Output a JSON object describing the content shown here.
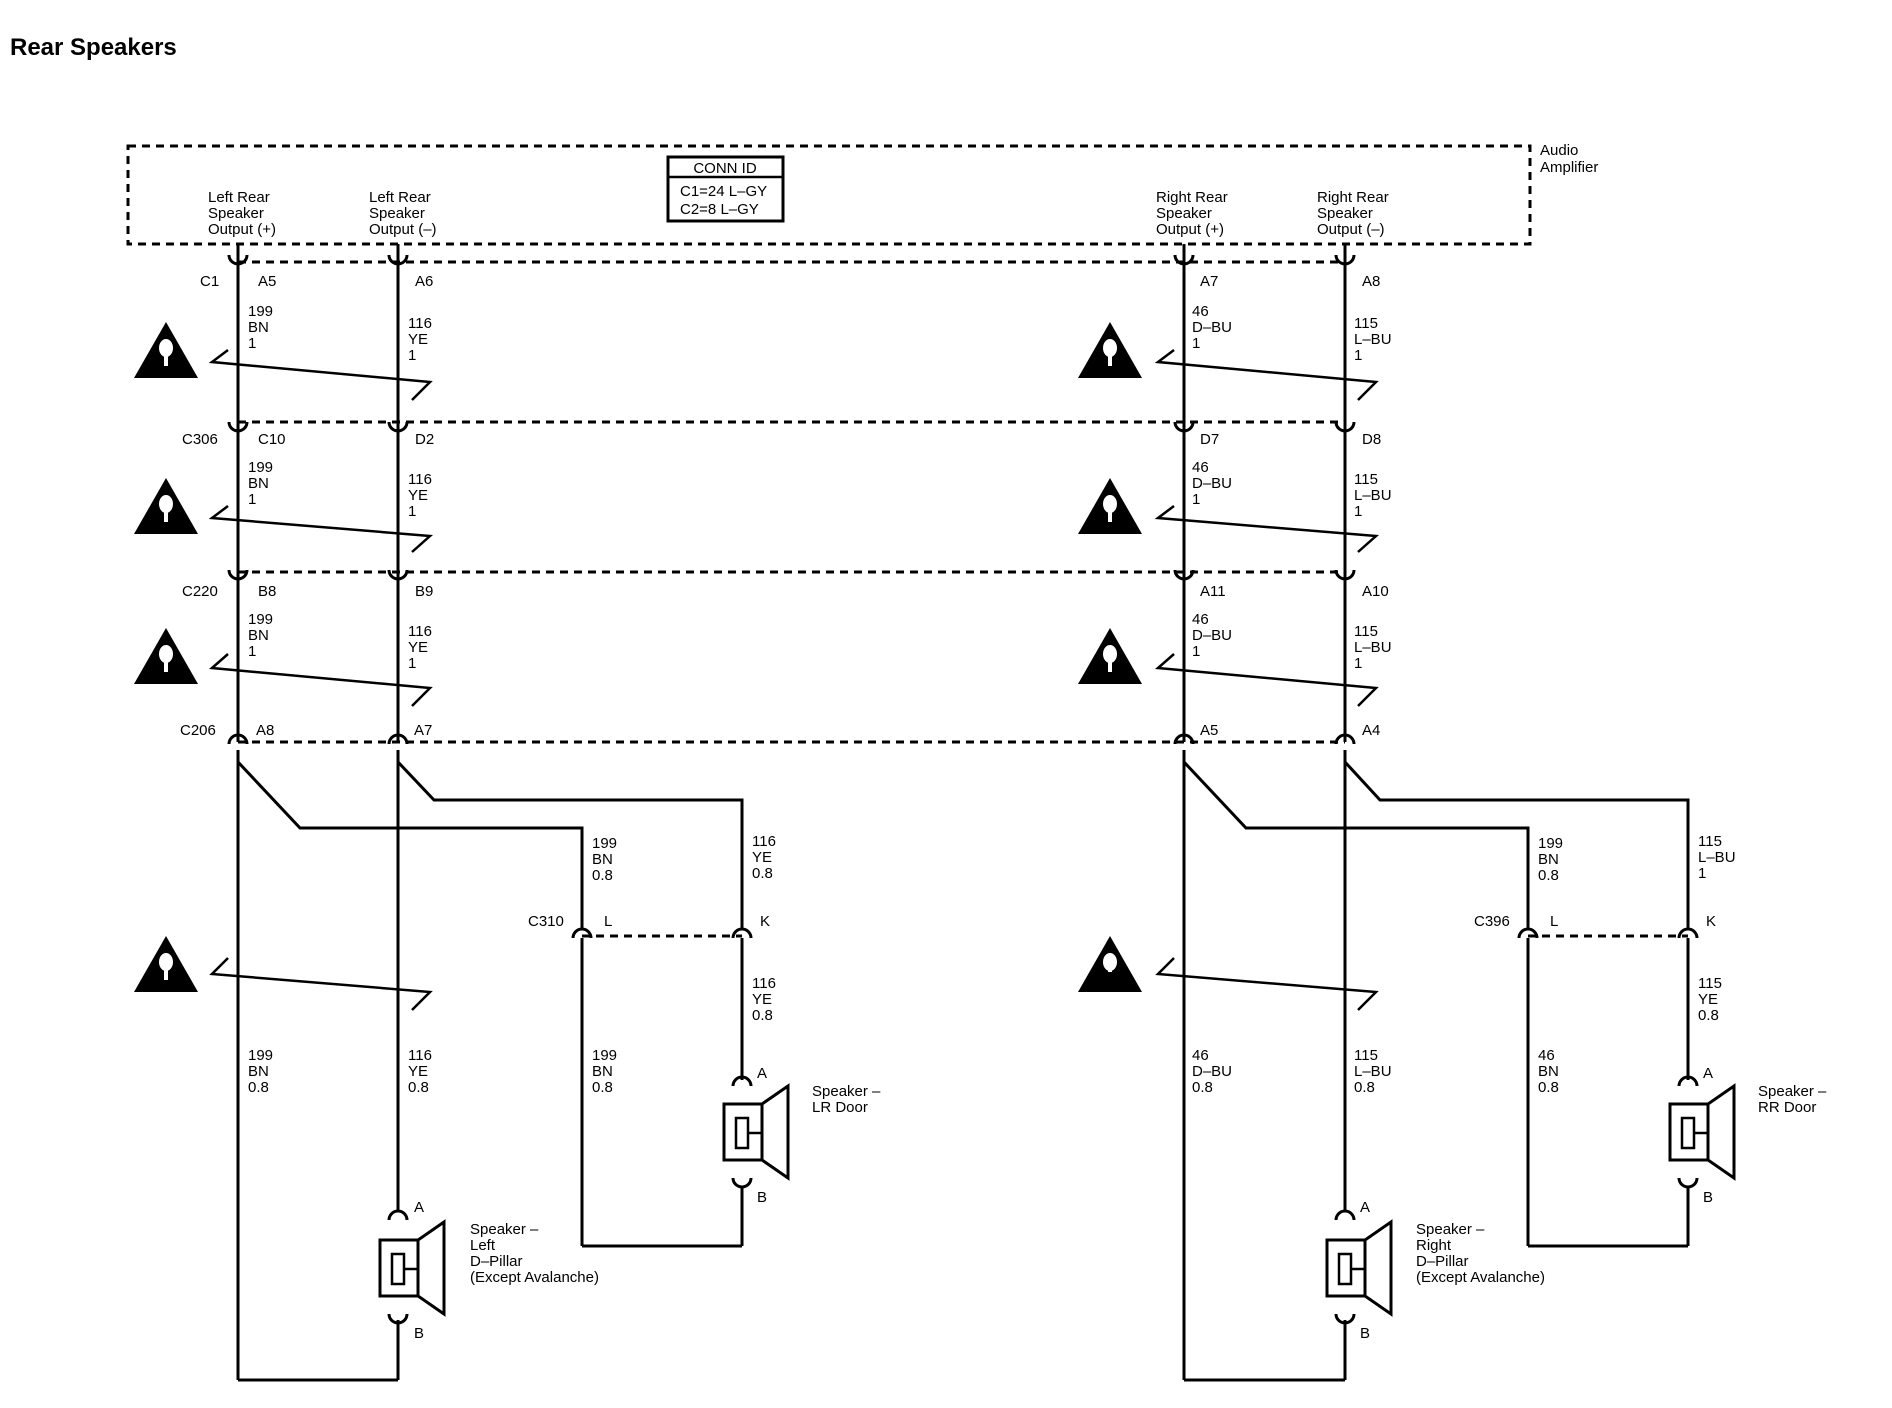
{
  "title": "Rear Speakers",
  "amplifier": {
    "name_line1": "Audio",
    "name_line2": "Amplifier",
    "conn_id": {
      "header": "CONN ID",
      "c1": "C1=24 L–GY",
      "c2": "C2=8 L–GY"
    },
    "outputs": [
      {
        "lines": [
          "Left Rear",
          "Speaker",
          "Output (+)"
        ]
      },
      {
        "lines": [
          "Left Rear",
          "Speaker",
          "Output (–)"
        ]
      },
      {
        "lines": [
          "Right Rear",
          "Speaker",
          "Output (+)"
        ]
      },
      {
        "lines": [
          "Right Rear",
          "Speaker",
          "Output (–)"
        ]
      }
    ]
  },
  "connectors": [
    {
      "name": "C1",
      "pins": [
        "A5",
        "A6",
        "A7",
        "A8"
      ]
    },
    {
      "name": "C306",
      "pins": [
        "C10",
        "D2",
        "D7",
        "D8"
      ]
    },
    {
      "name": "C220",
      "pins": [
        "B8",
        "B9",
        "A11",
        "A10"
      ]
    },
    {
      "name": "C206",
      "pins": [
        "A8",
        "A7",
        "A5",
        "A4"
      ]
    }
  ],
  "wire_segments": [
    [
      {
        "circuit": "199",
        "color": "BN",
        "size": "1"
      },
      {
        "circuit": "116",
        "color": "YE",
        "size": "1"
      },
      {
        "circuit": "46",
        "color": "D–BU",
        "size": "1"
      },
      {
        "circuit": "115",
        "color": "L–BU",
        "size": "1"
      }
    ],
    [
      {
        "circuit": "199",
        "color": "BN",
        "size": "1"
      },
      {
        "circuit": "116",
        "color": "YE",
        "size": "1"
      },
      {
        "circuit": "46",
        "color": "D–BU",
        "size": "1"
      },
      {
        "circuit": "115",
        "color": "L–BU",
        "size": "1"
      }
    ],
    [
      {
        "circuit": "199",
        "color": "BN",
        "size": "1"
      },
      {
        "circuit": "116",
        "color": "YE",
        "size": "1"
      },
      {
        "circuit": "46",
        "color": "D–BU",
        "size": "1"
      },
      {
        "circuit": "115",
        "color": "L–BU",
        "size": "1"
      }
    ]
  ],
  "lower_left": {
    "branch_bn": {
      "circuit": "199",
      "color": "BN",
      "size": "0.8"
    },
    "branch_ye": {
      "circuit": "116",
      "color": "YE",
      "size": "0.8"
    },
    "connector": {
      "name": "C310",
      "pin_l": "L",
      "pin_k": "K"
    },
    "door_wire_ye": {
      "circuit": "116",
      "color": "YE",
      "size": "0.8"
    },
    "door_wire_bn": {
      "circuit": "199",
      "color": "BN",
      "size": "0.8"
    },
    "pillar_wire_bn": {
      "circuit": "199",
      "color": "BN",
      "size": "0.8"
    },
    "pillar_wire_ye": {
      "circuit": "116",
      "color": "YE",
      "size": "0.8"
    },
    "door_speaker": {
      "lines": [
        "Speaker –",
        "LR Door"
      ],
      "pin_a": "A",
      "pin_b": "B"
    },
    "pillar_speaker": {
      "lines": [
        "Speaker –",
        "Left",
        "D–Pillar",
        "(Except Avalanche)"
      ],
      "pin_a": "A",
      "pin_b": "B"
    }
  },
  "lower_right": {
    "branch_bn": {
      "circuit": "199",
      "color": "BN",
      "size": "0.8"
    },
    "branch_lbu": {
      "circuit": "115",
      "color": "L–BU",
      "size": "1"
    },
    "connector": {
      "name": "C396",
      "pin_l": "L",
      "pin_k": "K"
    },
    "door_wire_ye": {
      "circuit": "115",
      "color": "YE",
      "size": "0.8"
    },
    "door_wire_bn": {
      "circuit": "46",
      "color": "BN",
      "size": "0.8"
    },
    "pillar_wire_dbu": {
      "circuit": "46",
      "color": "D–BU",
      "size": "0.8"
    },
    "pillar_wire_lbu": {
      "circuit": "115",
      "color": "L–BU",
      "size": "0.8"
    },
    "door_speaker": {
      "lines": [
        "Speaker –",
        "RR Door"
      ],
      "pin_a": "A",
      "pin_b": "B"
    },
    "pillar_speaker": {
      "lines": [
        "Speaker –",
        "Right",
        "D–Pillar",
        "(Except Avalanche)"
      ],
      "pin_a": "A",
      "pin_b": "B"
    }
  }
}
